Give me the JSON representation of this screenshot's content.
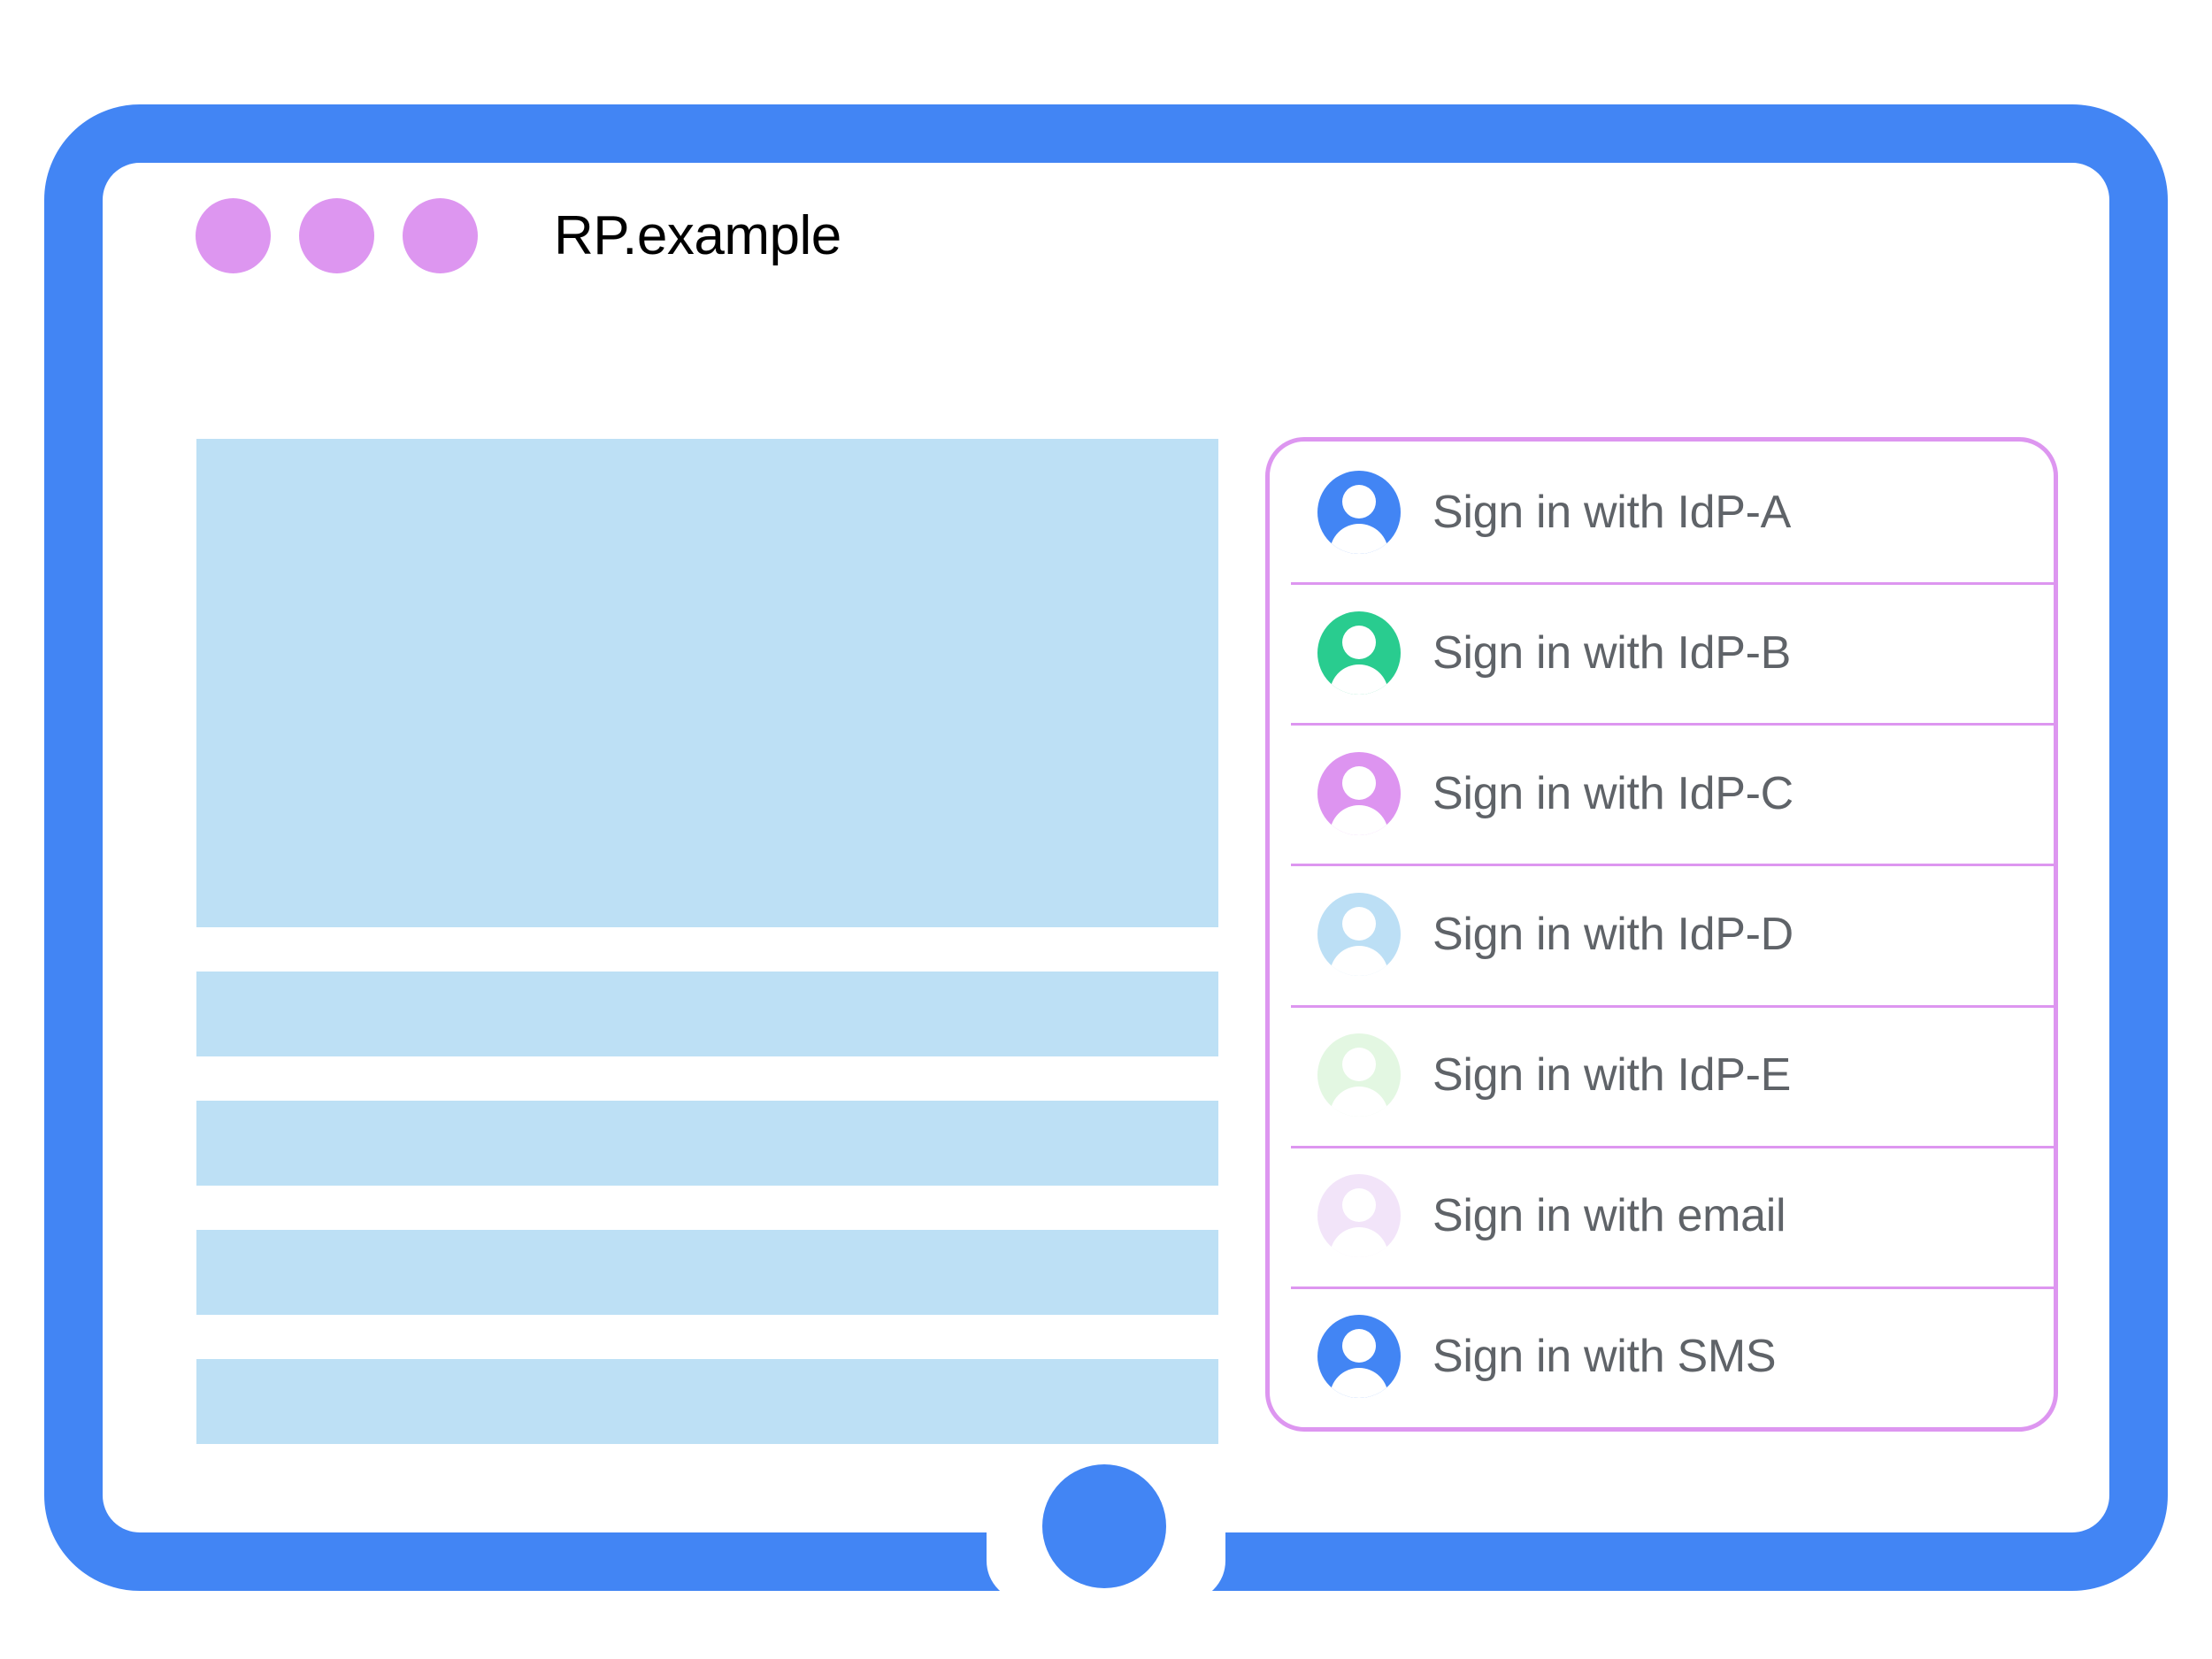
{
  "colors": {
    "frame_blue": "#4285F4",
    "panel_border_purple": "#DD96F0",
    "placeholder_blue": "#BDE0F5",
    "label_gray": "#5F6368",
    "title_black": "#000000"
  },
  "browser": {
    "title": "RP.example",
    "window_dots": [
      "dot-1",
      "dot-2",
      "dot-3"
    ]
  },
  "page_content": {
    "blocks": [
      {
        "name": "hero-placeholder",
        "kind": "hero"
      },
      {
        "name": "text-line-placeholder-1",
        "kind": "bar"
      },
      {
        "name": "text-line-placeholder-2",
        "kind": "bar"
      },
      {
        "name": "text-line-placeholder-3",
        "kind": "bar"
      },
      {
        "name": "text-line-placeholder-4",
        "kind": "bar"
      }
    ]
  },
  "account_chooser": {
    "border_color": "#DD96F0",
    "items": [
      {
        "label": "Sign in with IdP-A",
        "avatar_color": "#4285F4",
        "icon": "person-avatar-icon"
      },
      {
        "label": "Sign in with IdP-B",
        "avatar_color": "#29CC8F",
        "icon": "person-avatar-icon"
      },
      {
        "label": "Sign in with IdP-C",
        "avatar_color": "#DD94F0",
        "icon": "person-avatar-icon"
      },
      {
        "label": "Sign in with IdP-D",
        "avatar_color": "#BCDFF5",
        "icon": "person-avatar-icon"
      },
      {
        "label": "Sign in with IdP-E",
        "avatar_color": "#E3F7E2",
        "icon": "person-avatar-icon"
      },
      {
        "label": "Sign in with email",
        "avatar_color": "#F2E4F9",
        "icon": "person-avatar-icon"
      },
      {
        "label": "Sign in with SMS",
        "avatar_color": "#4285F4",
        "icon": "person-avatar-icon"
      }
    ]
  },
  "device": {
    "home_button": "home-button"
  }
}
